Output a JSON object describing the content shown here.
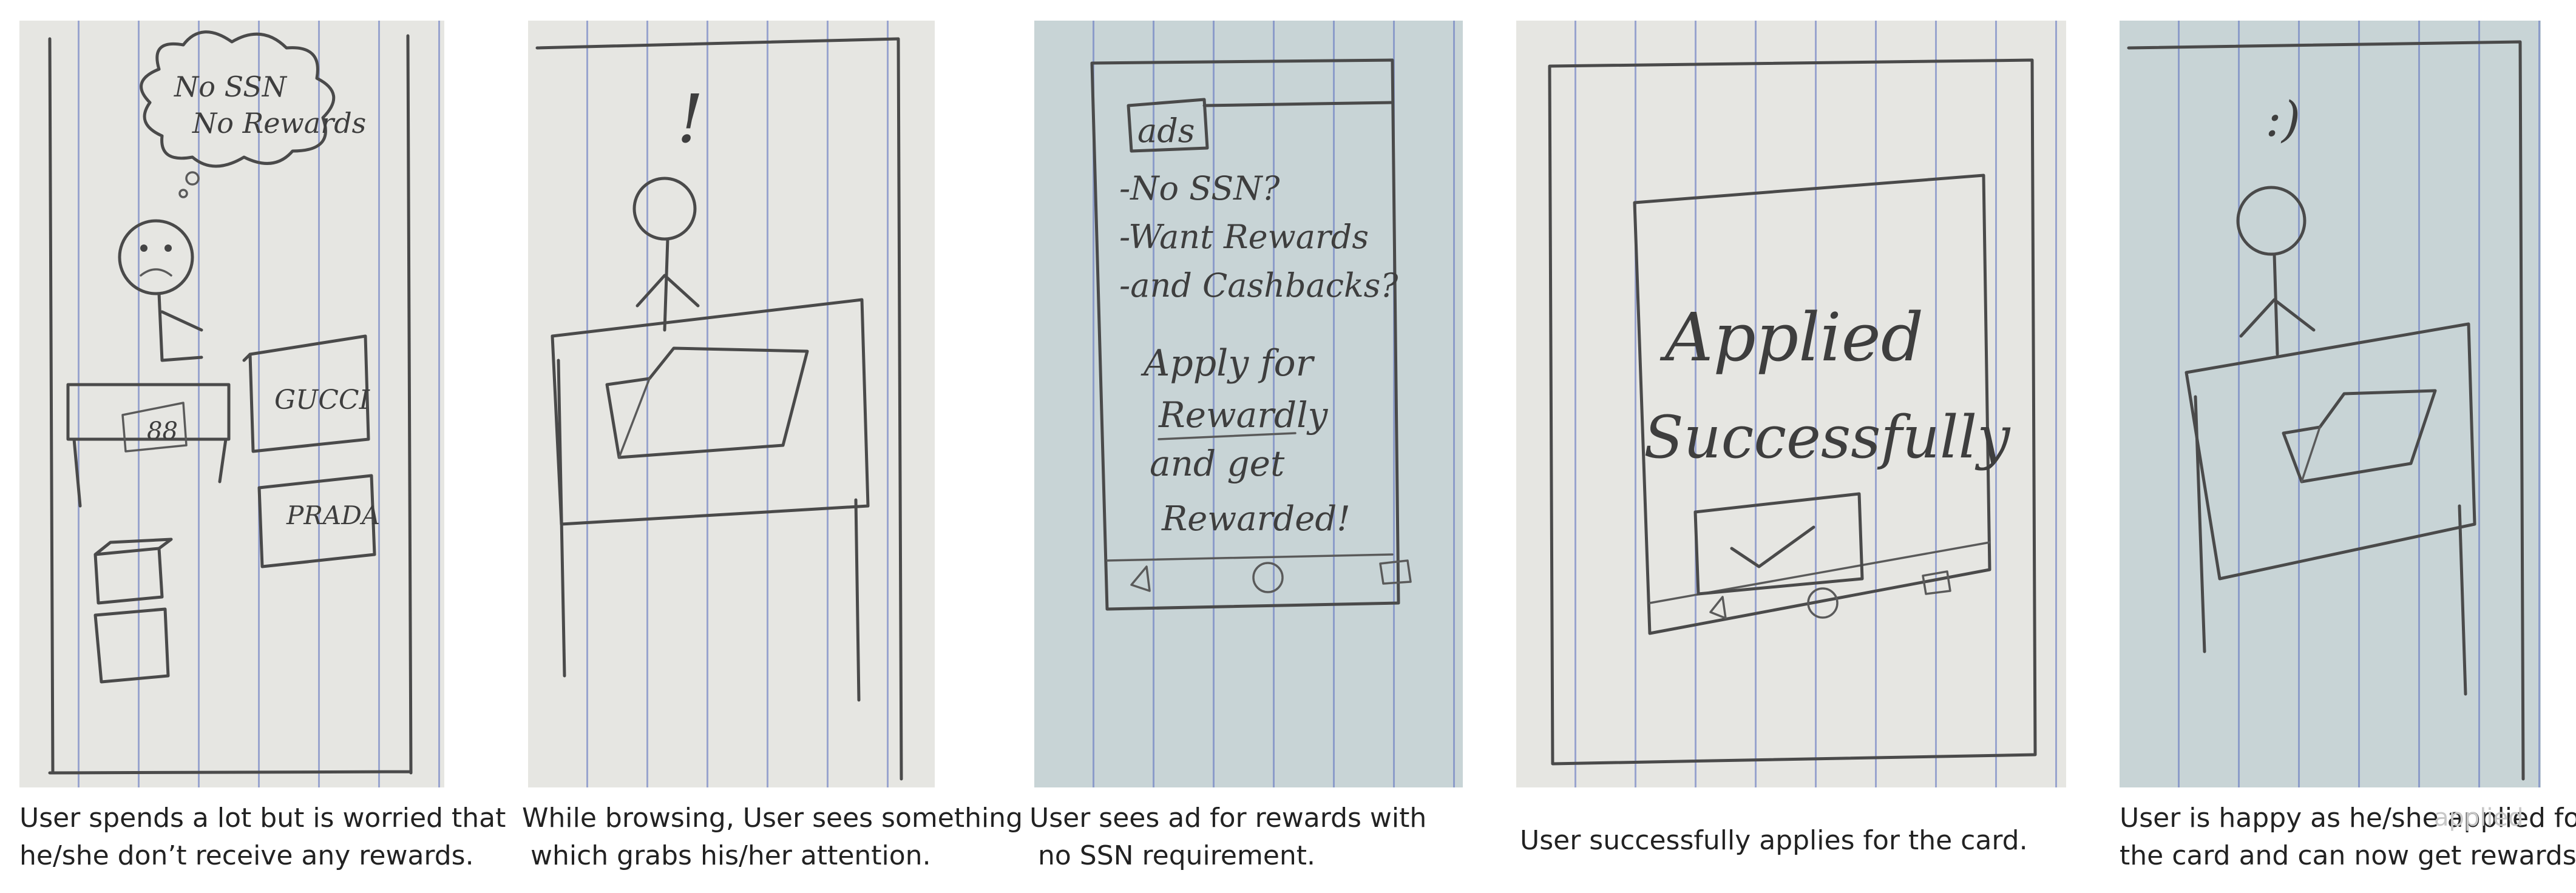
{
  "panels": [
    {
      "caption_line1": "User spends a lot but is worried that",
      "caption_line2": "he/she don’t receive any rewards.",
      "sketch_text": {
        "bubble_line1": "No SSN",
        "bubble_line2": "No Rewards",
        "store1": "GUCCI",
        "store2": "PRADA"
      }
    },
    {
      "caption_line1": "While browsing, User sees something",
      "caption_line2": " which grabs his/her attention.",
      "sketch_text": {
        "exclaim": "!"
      }
    },
    {
      "caption_line1": "User sees ad for rewards with",
      "caption_line2": " no SSN requirement.",
      "sketch_text": {
        "tag": "ads",
        "line1": "-No SSN?",
        "line2": "-Want Rewards",
        "line3": "-and Cashbacks?",
        "line4": "Apply for",
        "line5": "Rewardly",
        "line6": "and get",
        "line7": "Rewarded!"
      }
    },
    {
      "caption_line1": "User successfully applies for the card.",
      "caption_line2": "",
      "sketch_text": {
        "line1": "Applied",
        "line2": "Successfully"
      }
    },
    {
      "caption_line1": "User is happy as he/she applied for",
      "caption_line2": "the card and can now get rewards.",
      "sketch_text": {
        "face": ":)"
      }
    }
  ],
  "watermark": "applied"
}
